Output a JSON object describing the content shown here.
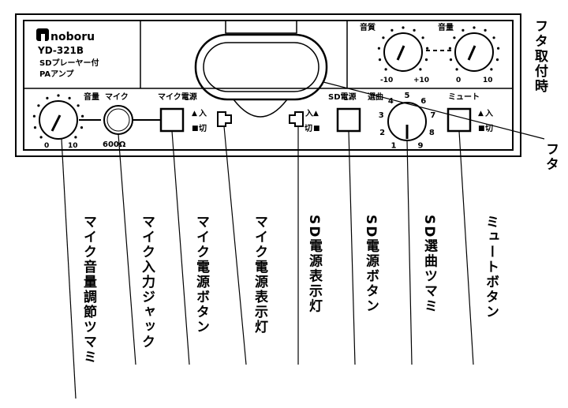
{
  "panel": {
    "brand": "noboru",
    "model": "YD-321B",
    "line2": "SDプレーヤー付",
    "line3": "PAアンプ"
  },
  "top_knobs": {
    "tone_label": "音質",
    "tone_min": "-10",
    "tone_max": "+10",
    "vol_label": "音量",
    "vol_min": "0",
    "vol_max": "10"
  },
  "controls": {
    "mic_vol_label": "音量",
    "mic_vol_min": "0",
    "mic_vol_max": "10",
    "mic_jack_label": "マイク",
    "mic_jack_ohm": "600Ω",
    "mic_power_label": "マイク電源",
    "sd_power_label": "SD電源",
    "sd_select_label": "選曲",
    "mute_label": "ミュート",
    "on": "入",
    "off": "切",
    "dial": [
      "1",
      "2",
      "3",
      "4",
      "5",
      "6",
      "7",
      "8",
      "9"
    ]
  },
  "side_labels": {
    "lid_attached": "フタ取付時",
    "lid": "フタ"
  },
  "callouts": [
    "マイク音量調節ツマミ",
    "マイク入力ジャック",
    "マイク電源ボタン",
    "マイク電源表示灯",
    "SD電源表示灯",
    "SD電源ボタン",
    "SD選曲ツマミ",
    "ミュートボタン"
  ]
}
